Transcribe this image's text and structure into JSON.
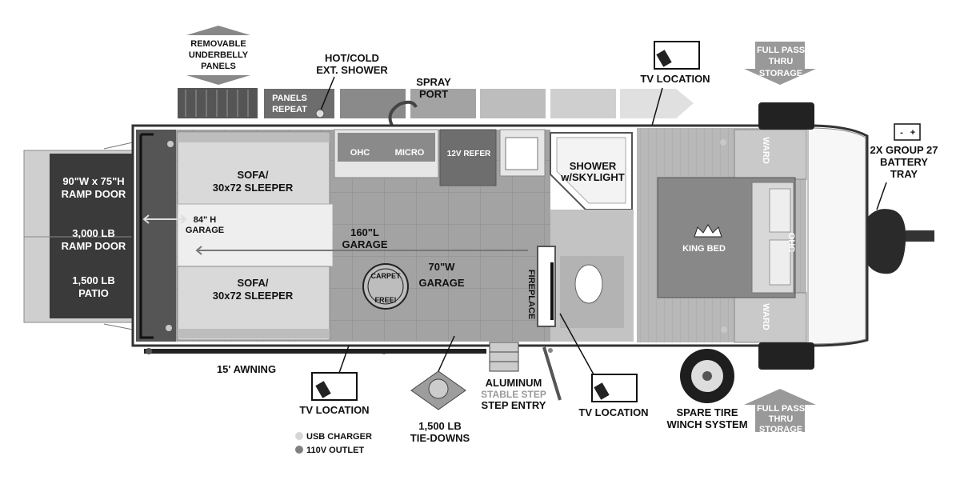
{
  "labels": {
    "removable_panels": [
      "REMOVABLE",
      "UNDERBELLY",
      "PANELS"
    ],
    "hot_cold_shower": [
      "HOT/COLD",
      "EXT. SHOWER"
    ],
    "spray_port": [
      "SPRAY",
      "PORT"
    ],
    "panels_repeat": [
      "PANELS",
      "REPEAT"
    ],
    "tv_location_top": "TV LOCATION",
    "full_pass_top": [
      "FULL PASS",
      "THRU",
      "STORAGE"
    ],
    "battery_tray": [
      "2X GROUP 27",
      "BATTERY",
      "TRAY"
    ],
    "ramp_door_size": [
      "90\"W x 75\"H",
      "RAMP DOOR"
    ],
    "ramp_door_weight": [
      "3,000 LB",
      "RAMP DOOR"
    ],
    "patio": [
      "1,500 LB",
      "PATIO"
    ],
    "sofa_top": [
      "SOFA/",
      "30x72 SLEEPER"
    ],
    "sofa_bottom": [
      "SOFA/",
      "30x72 SLEEPER"
    ],
    "garage_height": [
      "84\" H",
      "GARAGE"
    ],
    "garage_length": [
      "160\"L",
      "GARAGE"
    ],
    "garage_width": [
      "70\"W",
      "GARAGE"
    ],
    "carpet_free": [
      "CARPET",
      "FREE!"
    ],
    "ohc_kitchen": "OHC",
    "micro": "MICRO",
    "refer": "12V REFER",
    "shower": [
      "SHOWER",
      "w/SKYLIGHT"
    ],
    "fireplace": "FIREPLACE",
    "ward_top": "WARD",
    "ward_bottom": "WARD",
    "ohc_bed": "OHC",
    "king_bed": "KING BED",
    "awning": "15' AWNING",
    "tv_location_left": "TV LOCATION",
    "tie_downs": [
      "1,500 LB",
      "TIE-DOWNS"
    ],
    "aluminum_step": [
      "ALUMINUM",
      "STABLE STEP",
      "STEP ENTRY"
    ],
    "tv_location_right": "TV LOCATION",
    "spare_tire": [
      "SPARE TIRE",
      "WINCH SYSTEM"
    ],
    "full_pass_bottom": [
      "FULL PASS",
      "THRU",
      "STORAGE"
    ],
    "legend": {
      "usb": "USB CHARGER",
      "outlet": "110V OUTLET"
    }
  },
  "icons": [
    "tv-icon",
    "tie-down-icon",
    "spare-tire-icon",
    "battery-icon",
    "crown-icon",
    "carpet-free-icon",
    "up-arrow-icon",
    "down-arrow-icon"
  ],
  "colors": {
    "usb_dot": "#d6d6d6",
    "outlet_dot": "#808080",
    "floor": "#9a9a9a",
    "ramp": "#3a3a3a"
  }
}
